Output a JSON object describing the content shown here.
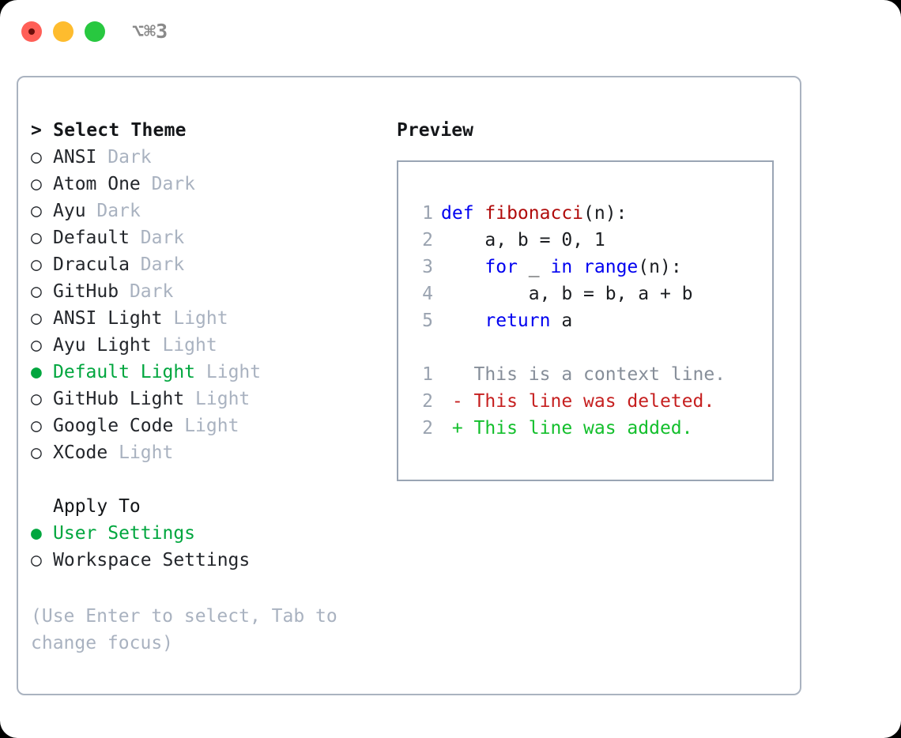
{
  "titlebar": {
    "shortcut": "⌥⌘3",
    "buttons": [
      {
        "name": "close",
        "color": "#ff5f57"
      },
      {
        "name": "minimize",
        "color": "#febc2e"
      },
      {
        "name": "maximize",
        "color": "#28c840"
      }
    ]
  },
  "accent": {
    "selected_green": "#00a63e",
    "muted_gray": "#a9b2c0",
    "border": "#aab3c0"
  },
  "theme_list": {
    "header": "> Select Theme",
    "marker_selected": "●",
    "marker_unselected": "○",
    "items": [
      {
        "name": "ANSI",
        "variant": "Dark",
        "selected": false
      },
      {
        "name": "Atom One",
        "variant": "Dark",
        "selected": false
      },
      {
        "name": "Ayu",
        "variant": "Dark",
        "selected": false
      },
      {
        "name": "Default",
        "variant": "Dark",
        "selected": false
      },
      {
        "name": "Dracula",
        "variant": "Dark",
        "selected": false
      },
      {
        "name": "GitHub",
        "variant": "Dark",
        "selected": false
      },
      {
        "name": "ANSI Light",
        "variant": "Light",
        "selected": false
      },
      {
        "name": "Ayu Light",
        "variant": "Light",
        "selected": false
      },
      {
        "name": "Default Light",
        "variant": "Light",
        "selected": true
      },
      {
        "name": "GitHub Light",
        "variant": "Light",
        "selected": false
      },
      {
        "name": "Google Code",
        "variant": "Light",
        "selected": false
      },
      {
        "name": "XCode",
        "variant": "Light",
        "selected": false
      }
    ]
  },
  "apply_to": {
    "label": "Apply To",
    "options": [
      {
        "name": "User Settings",
        "selected": true
      },
      {
        "name": "Workspace Settings",
        "selected": false
      }
    ]
  },
  "hint": "(Use Enter to select, Tab to change focus)",
  "preview": {
    "title": "Preview",
    "code_lines": [
      {
        "num": "1",
        "tokens": [
          {
            "t": "def ",
            "c": "kw"
          },
          {
            "t": "fibonacci",
            "c": "fn"
          },
          {
            "t": "(n):",
            "c": "plain"
          }
        ]
      },
      {
        "num": "2",
        "tokens": [
          {
            "t": "    a, b = 0, 1",
            "c": "plain"
          }
        ]
      },
      {
        "num": "3",
        "tokens": [
          {
            "t": "    ",
            "c": "plain"
          },
          {
            "t": "for",
            "c": "kw"
          },
          {
            "t": " _ ",
            "c": "plain"
          },
          {
            "t": "in",
            "c": "kw"
          },
          {
            "t": " ",
            "c": "plain"
          },
          {
            "t": "range",
            "c": "kw"
          },
          {
            "t": "(n):",
            "c": "plain"
          }
        ]
      },
      {
        "num": "4",
        "tokens": [
          {
            "t": "        a, b = b, a + b",
            "c": "plain"
          }
        ]
      },
      {
        "num": "5",
        "tokens": [
          {
            "t": "    ",
            "c": "plain"
          },
          {
            "t": "return",
            "c": "kw"
          },
          {
            "t": " a",
            "c": "plain"
          }
        ]
      }
    ],
    "diff_lines": [
      {
        "num": "1",
        "tokens": [
          {
            "t": "   This is a context line.",
            "c": "ctx"
          }
        ]
      },
      {
        "num": "2",
        "tokens": [
          {
            "t": " - This line was deleted.",
            "c": "del"
          }
        ]
      },
      {
        "num": "2",
        "tokens": [
          {
            "t": " + This line was added.",
            "c": "add"
          }
        ]
      }
    ]
  }
}
